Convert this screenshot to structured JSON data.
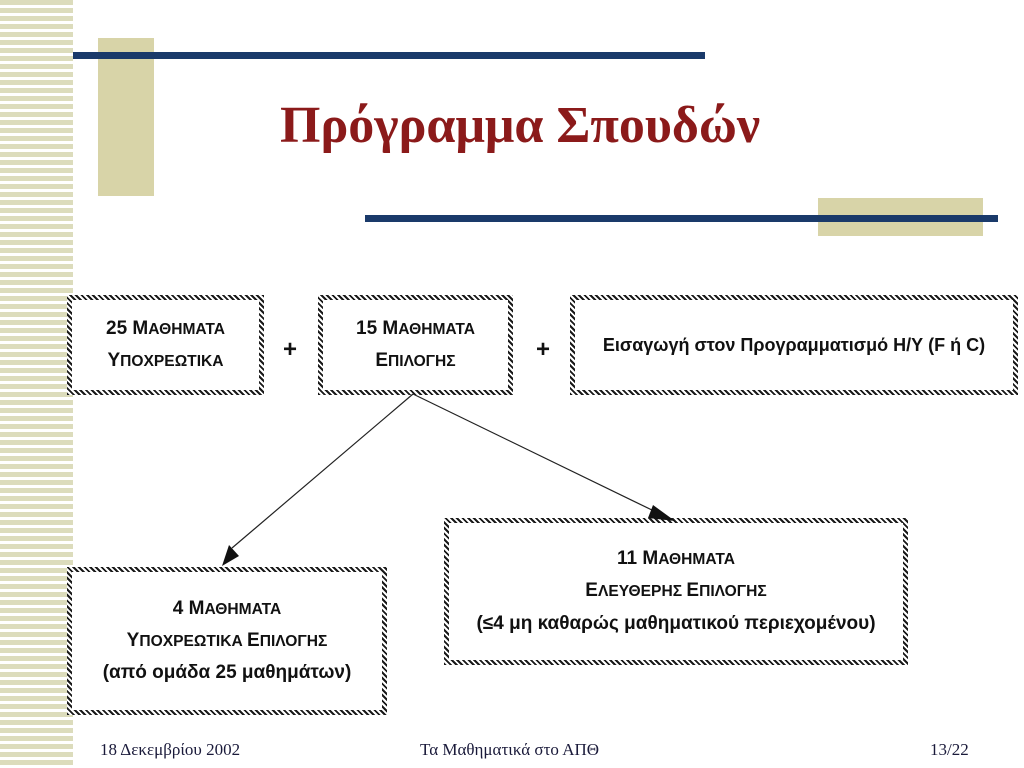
{
  "slide": {
    "title": "Πρόγραμμα Σπουδών",
    "title_color": "#8b1a1a",
    "accent_navy": "#1a3a6a",
    "accent_tan": "#d8d4a8"
  },
  "diagram": {
    "box1": {
      "line1_a": "25 Μ",
      "line1_b": "ΑΘΗΜΑΤΑ",
      "line2_a": "Υ",
      "line2_b": "ΠΟΧΡΕΩΤΙΚΑ"
    },
    "plus1": "+",
    "box2": {
      "line1_a": "15 Μ",
      "line1_b": "ΑΘΗΜΑΤΑ",
      "line2_a": "Ε",
      "line2_b": "ΠΙΛΟΓΗΣ"
    },
    "plus2": "+",
    "box3": {
      "line1": "Εισαγωγή στον Προγραμματισμό Η/Υ (F ή C)"
    },
    "box4": {
      "line1_a": "4 Μ",
      "line1_b": "ΑΘΗΜΑΤΑ",
      "line2_a": "Υ",
      "line2_b": "ΠΟΧΡΕΩΤΙΚΑ ",
      "line2_c": "Ε",
      "line2_d": "ΠΙΛΟΓΗΣ",
      "line3": "(από ομάδα 25 μαθημάτων)"
    },
    "box5": {
      "line1_a": "11 Μ",
      "line1_b": "ΑΘΗΜΑΤΑ",
      "line2_a": "Ε",
      "line2_b": "ΛΕΥΘΕΡΗΣ ",
      "line2_c": "Ε",
      "line2_d": "ΠΙΛΟΓΗΣ",
      "line3": "(≤4 μη καθαρώς μαθηματικού περιεχομένου)"
    }
  },
  "footer": {
    "date": "18 Δεκεμβρίου 2002",
    "center": "Τα Μαθηματικά στο ΑΠΘ",
    "page": "13/22"
  }
}
